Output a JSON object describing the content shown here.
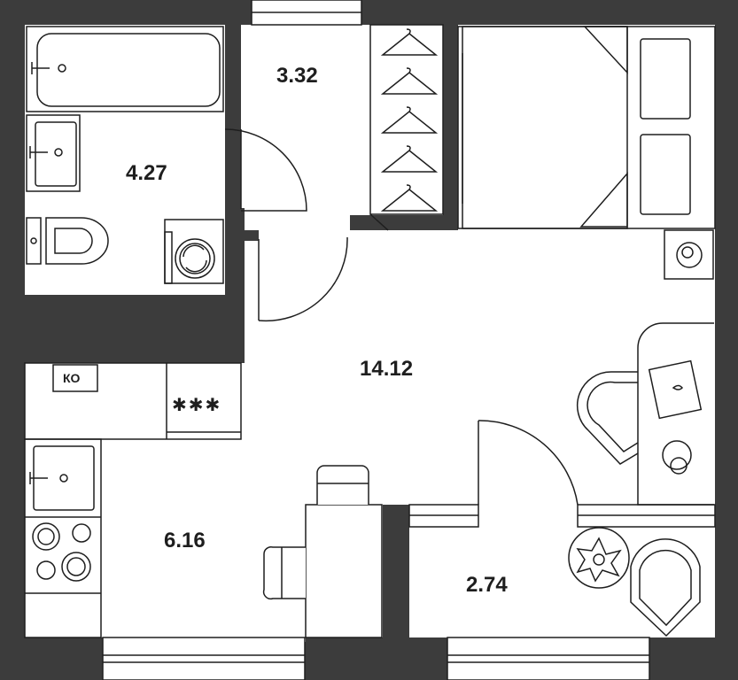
{
  "rooms": {
    "bathroom_area": "4.27",
    "wardrobe_area": "3.32",
    "living_area": "14.12",
    "kitchen_area": "6.16",
    "balcony_area": "2.74"
  },
  "fixtures": {
    "ventilation_label": "КО",
    "cooktop_symbol": "✱✱✱"
  },
  "colors": {
    "wall": "#3c3c3c",
    "floor": "#ffffff",
    "line": "#1e1e1e"
  }
}
